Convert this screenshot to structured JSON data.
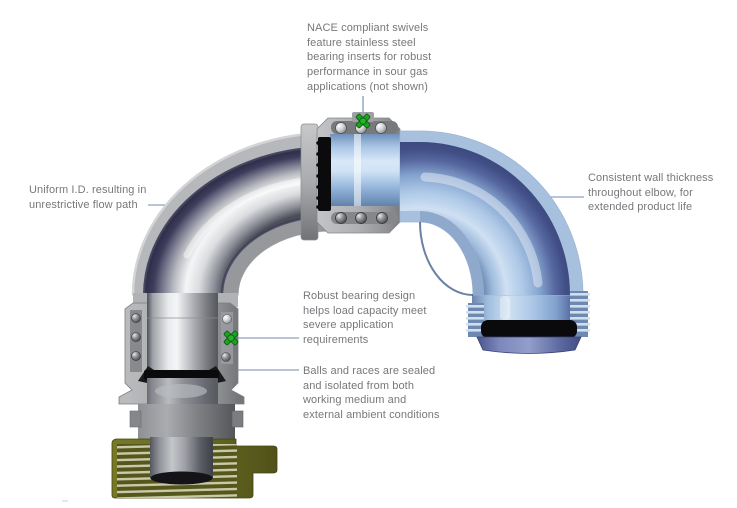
{
  "figure": {
    "type": "technical-cutaway-diagram",
    "subject": "90-degree swivel joint elbow cutaway with callouts",
    "callouts": {
      "nace": {
        "text": "NACE compliant swivels feature stainless steel bearing inserts for robust performance in sour gas applications (not shown)"
      },
      "uniform_id": {
        "text": "Uniform I.D. resulting in unrestrictive flow path"
      },
      "wall_thickness": {
        "text": "Consistent wall thickness throughout elbow, for extended product life"
      },
      "bearing_design": {
        "text": "Robust bearing design helps load capacity meet severe application requirements"
      },
      "balls_races": {
        "text": "Balls and races are sealed and isolated from both working medium and external ambient conditions"
      }
    },
    "colors": {
      "background": "#ffffff",
      "callout_text": "#76787b",
      "leader_line": "#6d8cb0",
      "steel_casing": "#b6b8bb",
      "steel_bore_highlight": "#f4f5f6",
      "navy_rim": "#32324e",
      "blue_elbow_light": "#a7c0de",
      "blue_elbow_deep": "#3c4a80",
      "seal_black": "#0b0b0d",
      "nut_olive": "#65671f",
      "grease_fitting_green": "#1da322"
    }
  }
}
